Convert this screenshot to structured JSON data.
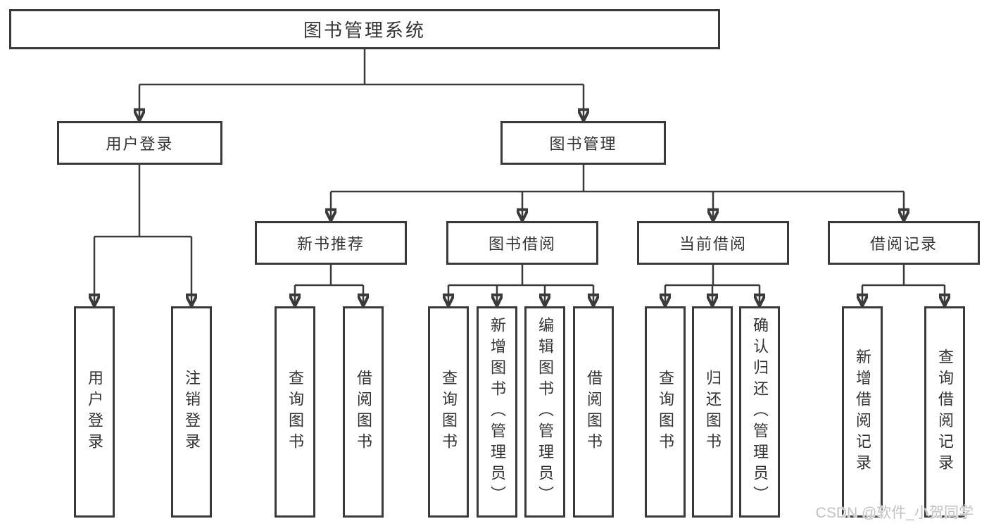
{
  "tree": {
    "root": "图书管理系统",
    "user_login": {
      "label": "用户登录",
      "children": [
        "用户登录",
        "注销登录"
      ]
    },
    "book_management": {
      "label": "图书管理",
      "modules": {
        "new_book": {
          "label": "新书推荐",
          "children": [
            "查询图书",
            "借阅图书"
          ]
        },
        "borrowing": {
          "label": "图书借阅",
          "children": [
            "查询图书",
            "新增图书（管理员）",
            "编辑图书（管理员）",
            "借阅图书"
          ]
        },
        "current": {
          "label": "当前借阅",
          "children": [
            "查询图书",
            "归还图书",
            "确认归还（管理员）"
          ]
        },
        "records": {
          "label": "借阅记录",
          "children": [
            "新增借阅记录",
            "查询借阅记录"
          ]
        }
      }
    }
  },
  "watermark": "CSDN @软件_小贺同学",
  "colors": {
    "line": "#3a3a3a",
    "text": "#333333",
    "watermark": "#c2c2c2",
    "background": "#ffffff"
  }
}
